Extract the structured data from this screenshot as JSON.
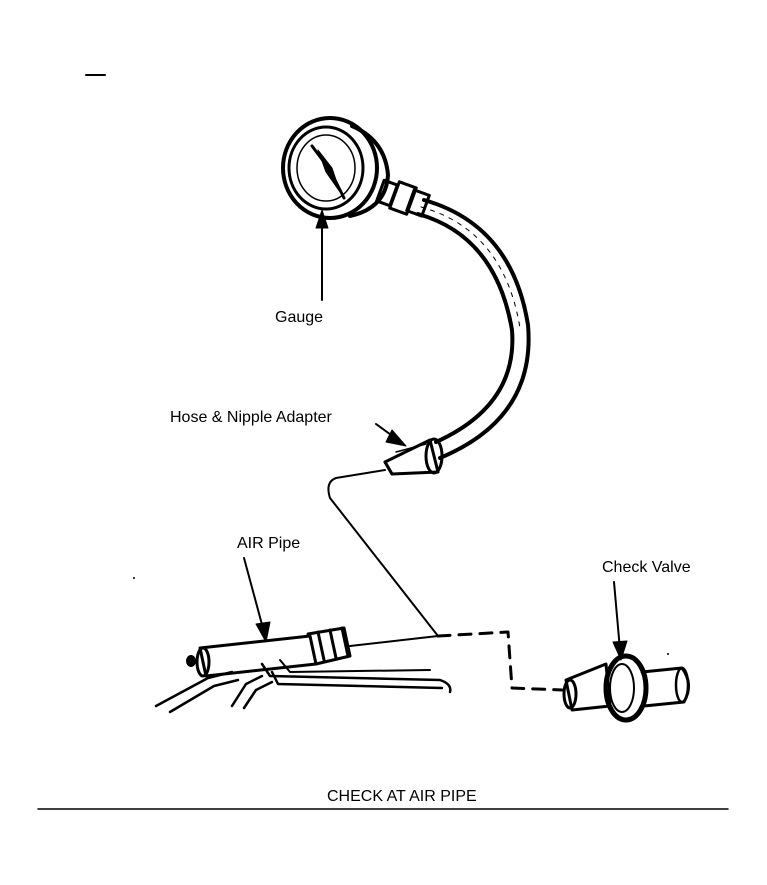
{
  "labels": {
    "gauge": "Gauge",
    "hose_adapter": "Hose & Nipple Adapter",
    "air_pipe": "AIR Pipe",
    "check_valve": "Check Valve"
  },
  "caption": "CHECK AT AIR PIPE",
  "colors": {
    "ink": "#000000",
    "background": "#ffffff"
  }
}
